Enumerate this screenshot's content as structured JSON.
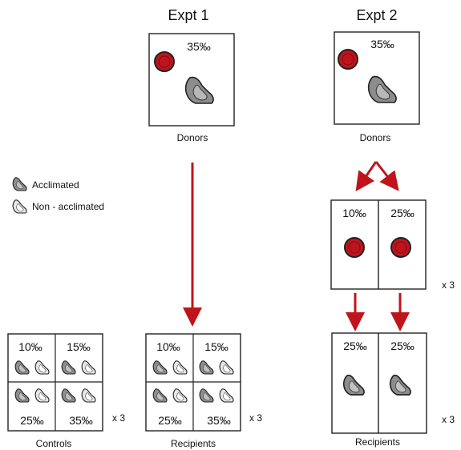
{
  "expt1": {
    "title": "Expt 1",
    "salinity": "35‰",
    "donors_label": "Donors"
  },
  "expt2": {
    "title": "Expt 2",
    "salinity": "35‰",
    "donors_label": "Donors",
    "stage2": {
      "left": "10‰",
      "right": "25‰",
      "times": "x 3"
    },
    "stage3": {
      "left": "25‰",
      "right": "25‰",
      "times": "x 3"
    },
    "recipients_label": "Recipients"
  },
  "legend": {
    "acclimated": "Acclimated",
    "non_acclimated": "Non - acclimated"
  },
  "controls": {
    "cells": [
      "10‰",
      "15‰",
      "25‰",
      "35‰"
    ],
    "times": "x 3",
    "label": "Controls"
  },
  "recipients1": {
    "cells": [
      "10‰",
      "15‰",
      "25‰",
      "35‰"
    ],
    "times": "x 3",
    "label": "Recipients"
  },
  "colors": {
    "arrow": "#c0141c",
    "donor_fill": "#c0141c",
    "oyster_dark": "#8d8d8d",
    "oyster_light": "#e6e6e6"
  }
}
